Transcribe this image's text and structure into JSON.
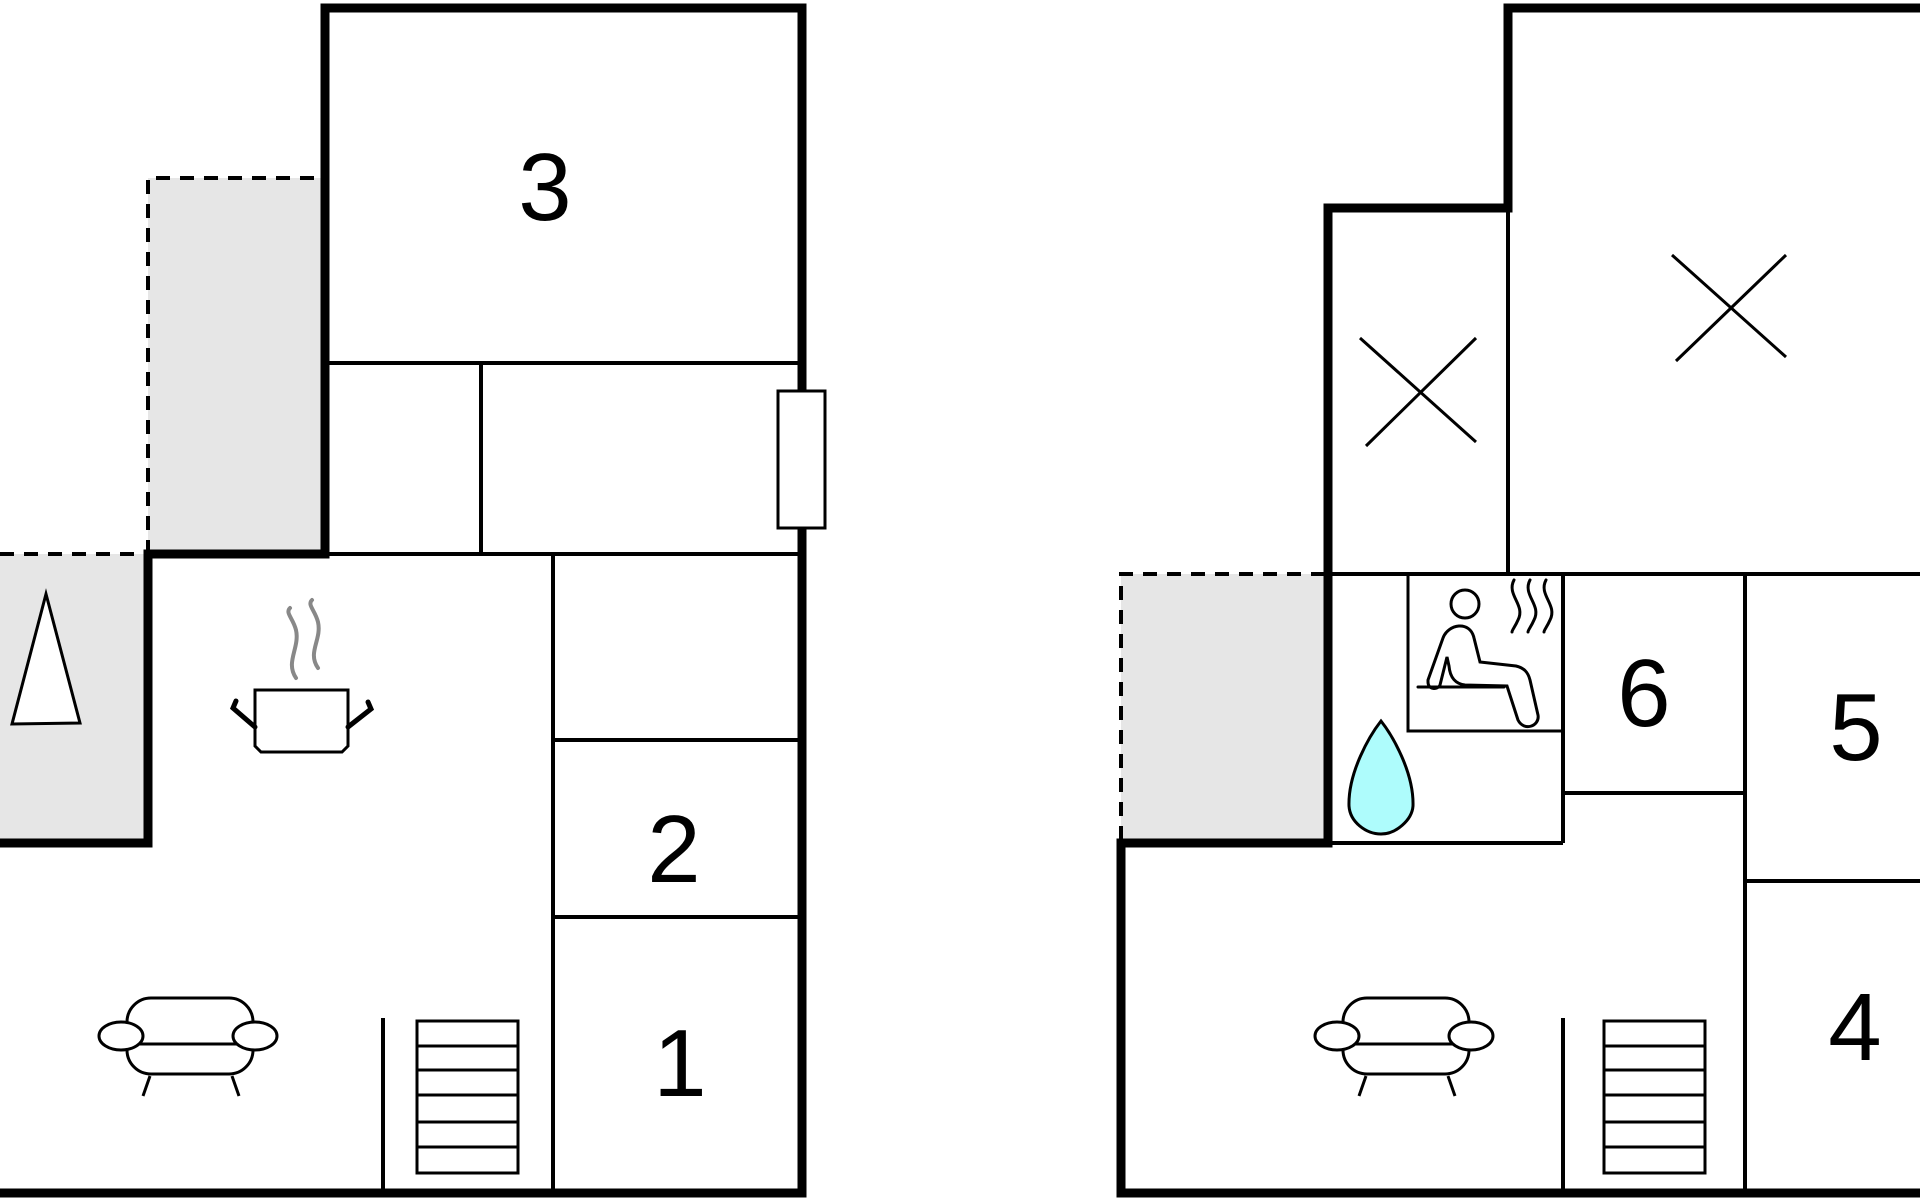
{
  "colors": {
    "wall": "#000000",
    "terrace_fill": "#e6e6e6",
    "water_drop": "#aefcfc",
    "steam": "#888888",
    "background": "#ffffff"
  },
  "rooms": {
    "room_1": "1",
    "room_2": "2",
    "room_3": "3",
    "room_4": "4",
    "room_5": "5",
    "room_6": "6"
  },
  "icons": [
    "parasol-icon",
    "cooking-pot-icon",
    "sofa-icon",
    "staircase-icon",
    "sauna-icon",
    "water-drop-icon",
    "void-cross-icon"
  ]
}
